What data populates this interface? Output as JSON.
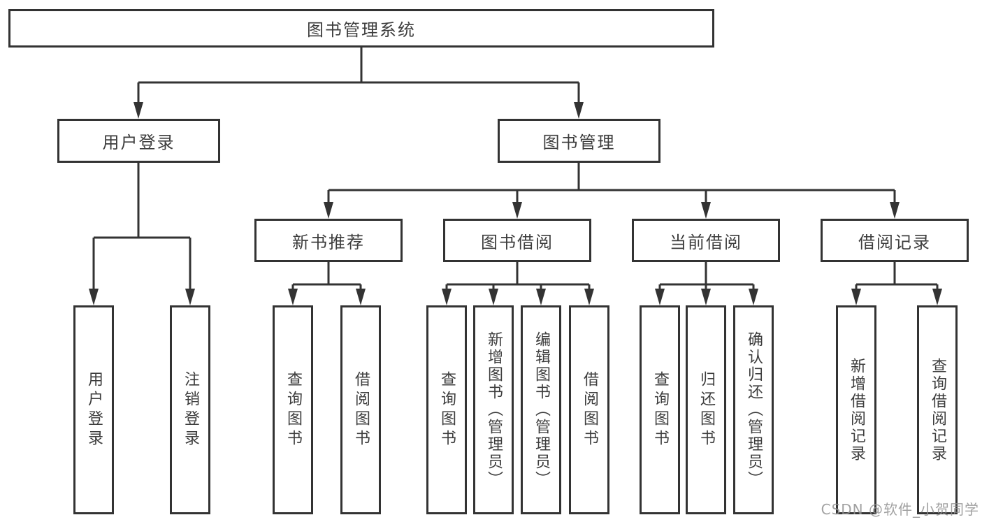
{
  "diagram_title": "图书管理系统",
  "tree": {
    "root": {
      "label": "图书管理系统"
    },
    "children": [
      {
        "label": "用户登录",
        "children": [
          {
            "label": "用户登录"
          },
          {
            "label": "注销登录"
          }
        ]
      },
      {
        "label": "图书管理",
        "children": [
          {
            "label": "新书推荐",
            "children": [
              {
                "label": "查询图书"
              },
              {
                "label": "借阅图书"
              }
            ]
          },
          {
            "label": "图书借阅",
            "children": [
              {
                "label": "查询图书"
              },
              {
                "label": "新增图书（管理员）"
              },
              {
                "label": "编辑图书（管理员）"
              },
              {
                "label": "借阅图书"
              }
            ]
          },
          {
            "label": "当前借阅",
            "children": [
              {
                "label": "查询图书"
              },
              {
                "label": "归还图书"
              },
              {
                "label": "确认归还（管理员）"
              }
            ]
          },
          {
            "label": "借阅记录",
            "children": [
              {
                "label": "新增借阅记录"
              },
              {
                "label": "查询借阅记录"
              }
            ]
          }
        ]
      }
    ]
  },
  "watermark": {
    "text": "CSDN @软件_小贺同学"
  },
  "colors": {
    "line": "#333333",
    "box_border": "#333333",
    "box_fill": "#ffffff",
    "text": "#3d3d3d",
    "background": "#ffffff",
    "watermark": "#919191"
  }
}
